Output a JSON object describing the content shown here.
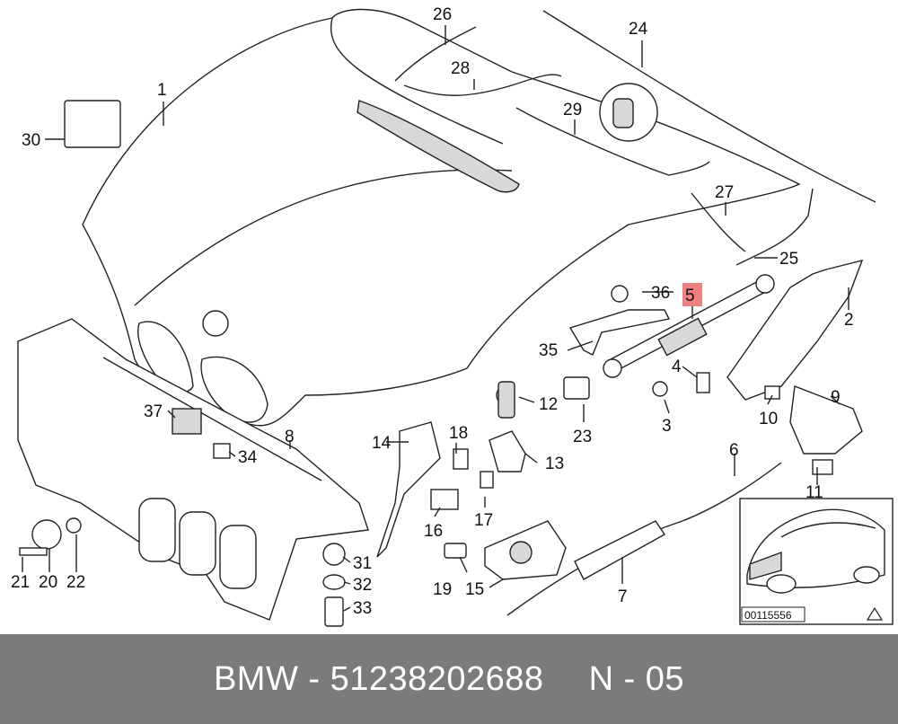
{
  "diagram": {
    "callouts": {
      "c1": "1",
      "c2": "2",
      "c3": "3",
      "c4": "4",
      "c5": "5",
      "c6": "6",
      "c7": "7",
      "c8": "8",
      "c9": "9",
      "c10": "10",
      "c11": "11",
      "c12": "12",
      "c13": "13",
      "c14": "14",
      "c15": "15",
      "c16": "16",
      "c17": "17",
      "c18": "18",
      "c19": "19",
      "c20": "20",
      "c21": "21",
      "c22": "22",
      "c23": "23",
      "c24": "24",
      "c25": "25",
      "c26": "26",
      "c27": "27",
      "c28": "28",
      "c29": "29",
      "c30": "30",
      "c31": "31",
      "c32": "32",
      "c33": "33",
      "c34": "34",
      "c35": "35",
      "c36": "36",
      "c37": "37"
    },
    "highlight_color": "#f08080",
    "inset_code": "00115556"
  },
  "footer": {
    "brand": "BMW",
    "part_number": "51238202688",
    "n_code": "N - 05"
  }
}
